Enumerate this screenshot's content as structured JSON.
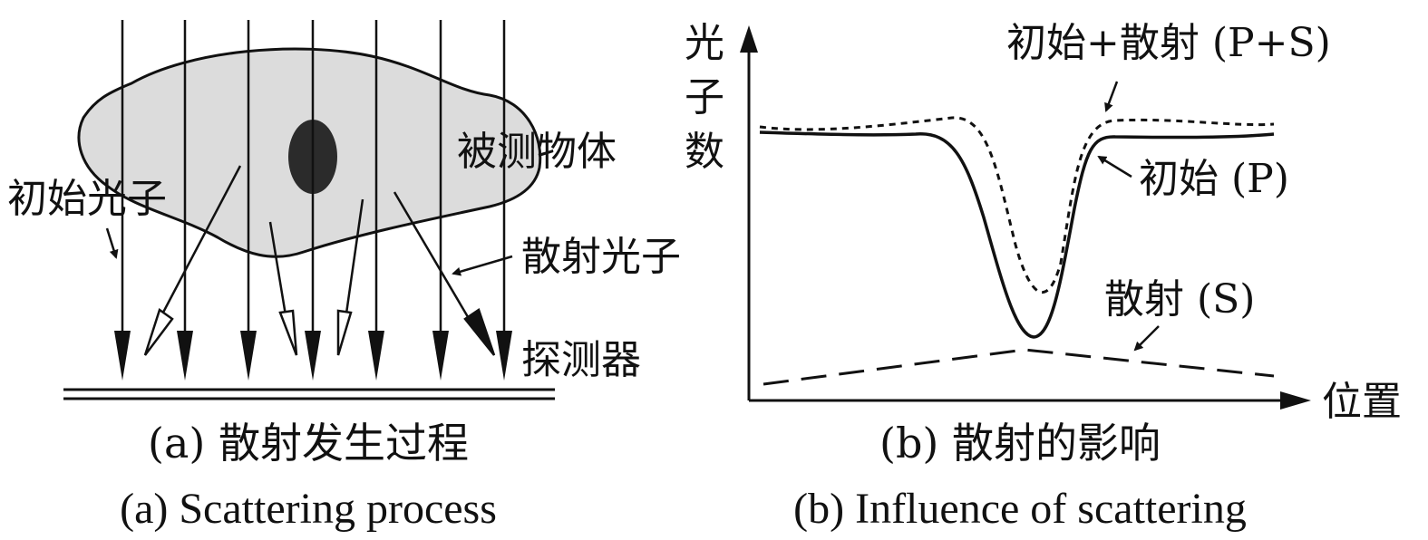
{
  "panel_a": {
    "label_object": "被测物体",
    "label_initial_photons": "初始光子",
    "label_scattered_photons": "散射光子",
    "label_detector": "探测器",
    "caption_zh": "(a) 散射发生过程",
    "caption_en": "(a) Scattering process"
  },
  "panel_b": {
    "ylabel_chars": [
      "光",
      "子",
      "数"
    ],
    "xlabel": "位置",
    "label_total": "初始+散射 (P+S)",
    "label_primary": "初始 (P)",
    "label_scatter": "散射 (S)",
    "caption_zh": "(b) 散射的影响",
    "caption_en": "(b) Influence of scattering"
  },
  "colors": {
    "object_fill": "#dcdcdc",
    "ink": "#111111",
    "inclusion": "#2b2b2b"
  }
}
